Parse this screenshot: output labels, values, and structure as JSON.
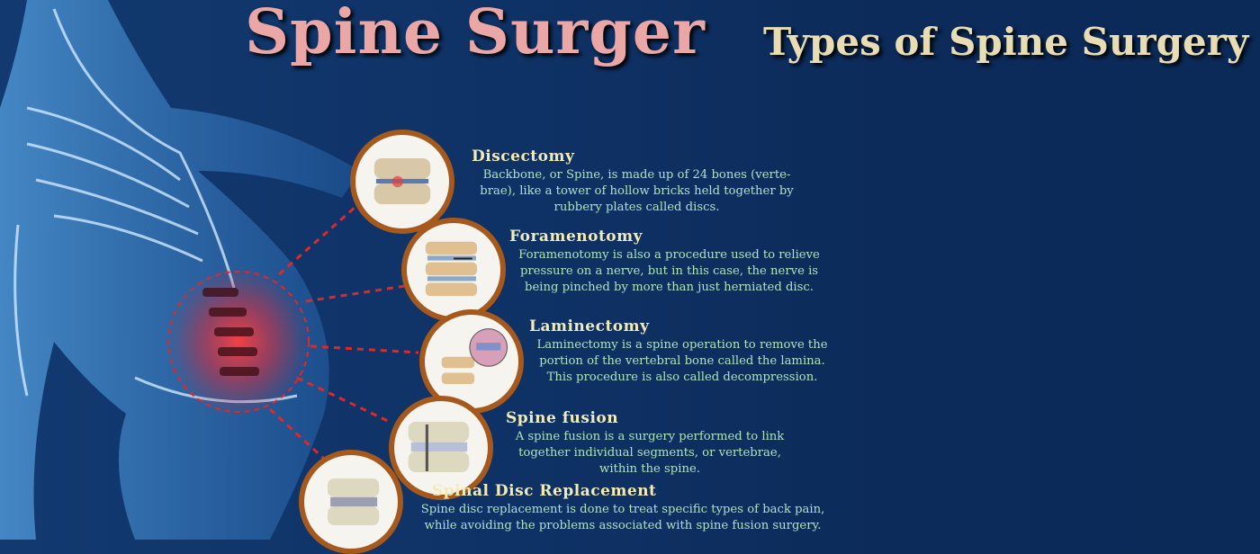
{
  "title": "Spine Surger",
  "subtitle": "Types of Spine Surgery",
  "procedures": [
    {
      "name": "Discectomy",
      "lines": [
        "Backbone, or Spine, is made up of 24 bones (verte-",
        "brae), like a tower of hollow bricks held together by",
        "rubbery plates called discs."
      ]
    },
    {
      "name": "Foramenotomy",
      "lines": [
        "Foramenotomy is also a procedure used to relieve",
        "pressure on a nerve, but in this case, the nerve is",
        "being pinched by more than just herniated disc."
      ]
    },
    {
      "name": "Laminectomy",
      "lines": [
        "Laminectomy is a spine operation to remove the",
        "portion of the vertebral bone called the lamina.",
        "This procedure is also called decompression."
      ]
    },
    {
      "name": "Spine fusion",
      "lines": [
        "A spine fusion is a surgery performed to link",
        "together individual segments, or vertebrae,",
        "within the spine."
      ]
    },
    {
      "name": "Spinal Disc Replacement",
      "lines": [
        "Spine disc replacement is done to treat specific types of back pain,",
        "while avoiding the problems associated with spine fusion surgery."
      ]
    }
  ],
  "colors": {
    "background": "#0f3266",
    "title": "#eba6a6",
    "subtitle": "#e8dcb4",
    "heading": "#f3ebb6",
    "body": "#aee3bd",
    "ring": "#a5591c",
    "highlight": "#e03030"
  }
}
